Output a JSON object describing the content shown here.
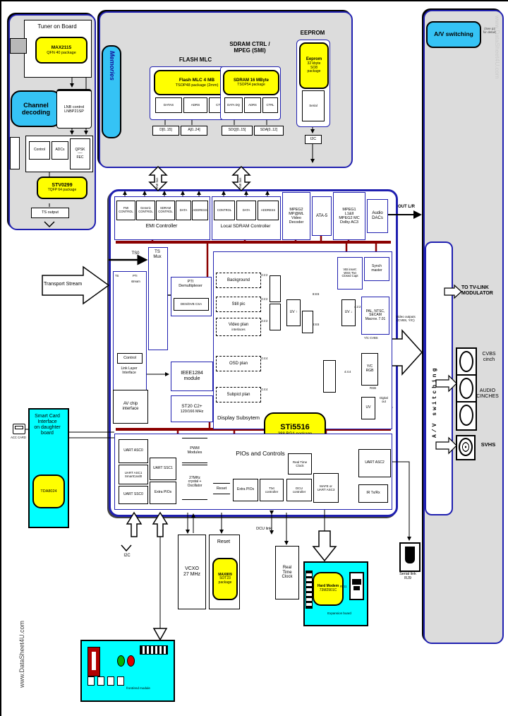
{
  "wm": {
    "tr": "www.DataSheet4U.com",
    "bl": "www.DataSheet4U.com"
  },
  "transport": "Transport Stream",
  "tuner": {
    "title": "Tuner on Board",
    "chip": "MAX2115",
    "pkg": "QFN 40 package"
  },
  "channel": {
    "label": "Channel decoding",
    "lnb1": "LNB control",
    "lnb2": "LNBP21SP",
    "d1": "Control",
    "d2": "ADCs",
    "d3": "QPSK",
    "d4": "FEC",
    "chip": "STV0299",
    "pkg": "TQFP 64 package",
    "ts": "TS output"
  },
  "mem": {
    "label": "Memories",
    "emibus": "EMI bus",
    "smibus": "SMI bus",
    "flash_h": "FLASH MLC",
    "flash_chip": "Flash MLC 4 MB",
    "flash_pkg": "TSOP48 package (2mm)",
    "flash_p1": "DATAS",
    "flash_p2": "ADRS",
    "flash_p3": "CTRL",
    "flash_b1": "D[0..15]",
    "flash_b2": "A[0..24]",
    "sdram_h1": "SDRAM CTRL /",
    "sdram_h2": "MPEG (SMI)",
    "sdram_chip": "SDRAM 16 MByte",
    "sdram_pkg": "TSOP54 package",
    "sdram_p1": "DATA DQ",
    "sdram_p2": "ADRS",
    "sdram_p3": "CTRL",
    "sdram_b1": "SDQ[0..15]",
    "sdram_b2": "SDA[0..12]",
    "ee_h": "EEPROM",
    "ee1": "Eeprom",
    "ee2": "32 kbyte",
    "ee3": "SO8",
    "ee4": "package",
    "ee_p": "Serial",
    "ee_b": "I2C"
  },
  "chip": {
    "emi": {
      "p1": "FMI CONTROL",
      "p2": "Generic CONTROL",
      "p3": "SDRAM CONTROL",
      "p4": "DATA",
      "p5": "ADDRESS",
      "label": "EMI Controller"
    },
    "lsc": {
      "p1": "CONTROL",
      "p2": "DATA",
      "p3": "ADDRESS",
      "label": "Local SDRAM Controller"
    },
    "vdec1": "MPEG2",
    "vdec2": "MP@ML",
    "vdec3": "Video",
    "vdec4": "Decoder",
    "ata": "ATA-5",
    "adec1": "MPEG1",
    "adec2": "L1&II",
    "adec3": "MPEG2 MC",
    "adec4": "Dolby AC3",
    "dac1": "Audio",
    "dac2": "DACs",
    "outlr": "OUT L/R",
    "ts0": "TS0",
    "mux1": "TS",
    "mux2": "Mux",
    "pc_ts": "TS",
    "pc_p1": "PTI",
    "pc_p2": "stream",
    "ctrl": "Control",
    "ll1": "Link Layer",
    "ll2": "Interface",
    "ptid1": "PTI",
    "ptid2": "Demultiplexer",
    "ptid3": "DES/DVB CSA",
    "ieee1": "IEEE1284",
    "ieee2": "module",
    "st201": "ST20 C2+",
    "st202": "120/166 MHz",
    "av1": "AV chip",
    "av2": "interface",
    "name": "STi5516",
    "pkg": "388 BGA package",
    "disp": {
      "label": "Display Subsytem",
      "p1": "Background",
      "p2": "Still pic",
      "p3": "Video plan",
      "p3b": "interlaces",
      "p4": "OSD plan",
      "p5": "Subpict plan",
      "f422": "4:2:2",
      "f444": "4:4:4",
      "f888": "8:8:8",
      "uvup": "UV ↑",
      "uvdn": "UV ↓",
      "uv": "UV",
      "vbi1": "VBI insert:",
      "vbi2": "WSS Ttxt",
      "vbi3": "Closed Capt",
      "syn1": "Synch",
      "syn2": "master",
      "enc1": "PAL, NTSC,",
      "enc2": "SECAM",
      "enc3": "Macrov. 7.01",
      "yc1": "Y/C",
      "yc2": "RGB",
      "outyc": "Y/C CVBS",
      "outrgb": "RGB",
      "dig1": "Digital",
      "dig2": "out"
    },
    "pios": {
      "label": "PIOs and Controls",
      "a0": "UART ASC0",
      "a1a": "UART ASC1",
      "a1b": "SmartCard0",
      "s0": "UART SSC0",
      "s1": "UART SSC1",
      "xp1": "Extra PIOs",
      "pwm1": "PWM",
      "pwm2": "Modules",
      "osc1": "27MHz",
      "osc2": "crystal +",
      "osc3": "Oscillator",
      "reset": "Reset",
      "xp2": "Extra PIOs",
      "c1a": "Ttxt",
      "c1b": "controller",
      "c2a": "DCU",
      "c2b": "controller",
      "mafe1": "MAFE or",
      "mafe2": "UART ASC3",
      "rtc1": "Real Time",
      "rtc2": "Clock",
      "a2": "UART ASC2",
      "ir": "IR Tx/Rx"
    }
  },
  "sc": {
    "l1": "Smart Card",
    "l2": "Interface",
    "l3": "on daughter",
    "l4": "board",
    "chip": "TDA8024",
    "card": "ACC CARD"
  },
  "bottom": {
    "i2c": "I2C",
    "vcxo1": "VCXO",
    "vcxo2": "27 MHz",
    "reset": "Reset",
    "mx1": "MAX809",
    "mx2": "SOT23",
    "mx3": "package",
    "dcu": "DCU link",
    "rtc1": "Real",
    "rtc2": "Time",
    "rtc3": "Clock",
    "mo1": "Hard Modem",
    "mo2": "73M2901C",
    "rj11": "RJ11",
    "mocap": "Expansion board",
    "ser1": "Serial link",
    "ser2": "RJ9",
    "fe": "front/end module"
  },
  "right": {
    "title": "A/V switching",
    "note1": "(See p2",
    "note2": "for detail)",
    "vert": "A/V switching",
    "tv1": "TO TV-LINK",
    "tv2": "MODULATOR",
    "cvbs1": "CVBS",
    "cvbs2": "cinch",
    "aud1": "AUDIO",
    "aud2": "CINCHES",
    "svhs": "SVHS",
    "vo1": "Video outputs",
    "vo2": "(CVBS, Y/C)"
  }
}
